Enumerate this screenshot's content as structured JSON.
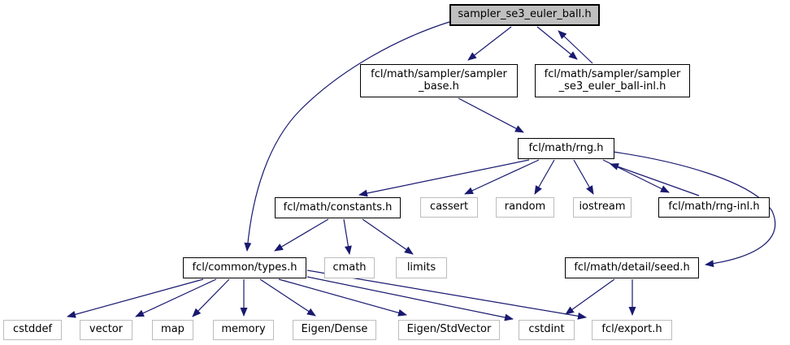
{
  "diagram_title": "include dependency graph for sampler_se3_euler_ball.h",
  "colors": {
    "edge": "#191970",
    "current_node_fill": "#bfbfbf",
    "node_border": "#000000",
    "leaf_node_border": "#bdbdbd",
    "background": "#ffffff"
  },
  "nodes": {
    "top": {
      "label": "sampler_se3_euler_ball.h",
      "type": "current"
    },
    "base": {
      "label": "fcl/math/sampler/sampler\n_base.h",
      "type": "internal"
    },
    "inl": {
      "label": "fcl/math/sampler/sampler\n_se3_euler_ball-inl.h",
      "type": "internal"
    },
    "rng": {
      "label": "fcl/math/rng.h",
      "type": "internal"
    },
    "constants": {
      "label": "fcl/math/constants.h",
      "type": "internal"
    },
    "cassert": {
      "label": "cassert",
      "type": "leaf"
    },
    "random": {
      "label": "random",
      "type": "leaf"
    },
    "iostream": {
      "label": "iostream",
      "type": "leaf"
    },
    "rnginl": {
      "label": "fcl/math/rng-inl.h",
      "type": "internal"
    },
    "types": {
      "label": "fcl/common/types.h",
      "type": "internal"
    },
    "cmath": {
      "label": "cmath",
      "type": "leaf"
    },
    "limits": {
      "label": "limits",
      "type": "leaf"
    },
    "seed": {
      "label": "fcl/math/detail/seed.h",
      "type": "internal"
    },
    "cstddef": {
      "label": "cstddef",
      "type": "leaf"
    },
    "vector": {
      "label": "vector",
      "type": "leaf"
    },
    "map": {
      "label": "map",
      "type": "leaf"
    },
    "memory": {
      "label": "memory",
      "type": "leaf"
    },
    "dense": {
      "label": "Eigen/Dense",
      "type": "leaf"
    },
    "stdvector": {
      "label": "Eigen/StdVector",
      "type": "leaf"
    },
    "cstdint": {
      "label": "cstdint",
      "type": "leaf"
    },
    "export": {
      "label": "fcl/export.h",
      "type": "leaf"
    }
  },
  "edges": [
    {
      "from": "top",
      "to": "base"
    },
    {
      "from": "top",
      "to": "inl"
    },
    {
      "from": "inl",
      "to": "top"
    },
    {
      "from": "top",
      "to": "types"
    },
    {
      "from": "base",
      "to": "rng"
    },
    {
      "from": "rng",
      "to": "constants"
    },
    {
      "from": "rng",
      "to": "cassert"
    },
    {
      "from": "rng",
      "to": "random"
    },
    {
      "from": "rng",
      "to": "iostream"
    },
    {
      "from": "rng",
      "to": "rnginl"
    },
    {
      "from": "rnginl",
      "to": "rng"
    },
    {
      "from": "rng",
      "to": "seed"
    },
    {
      "from": "constants",
      "to": "types"
    },
    {
      "from": "constants",
      "to": "cmath"
    },
    {
      "from": "constants",
      "to": "limits"
    },
    {
      "from": "types",
      "to": "cstddef"
    },
    {
      "from": "types",
      "to": "vector"
    },
    {
      "from": "types",
      "to": "map"
    },
    {
      "from": "types",
      "to": "memory"
    },
    {
      "from": "types",
      "to": "dense"
    },
    {
      "from": "types",
      "to": "stdvector"
    },
    {
      "from": "types",
      "to": "cstdint"
    },
    {
      "from": "types",
      "to": "export"
    },
    {
      "from": "seed",
      "to": "cstdint"
    },
    {
      "from": "seed",
      "to": "export"
    }
  ]
}
